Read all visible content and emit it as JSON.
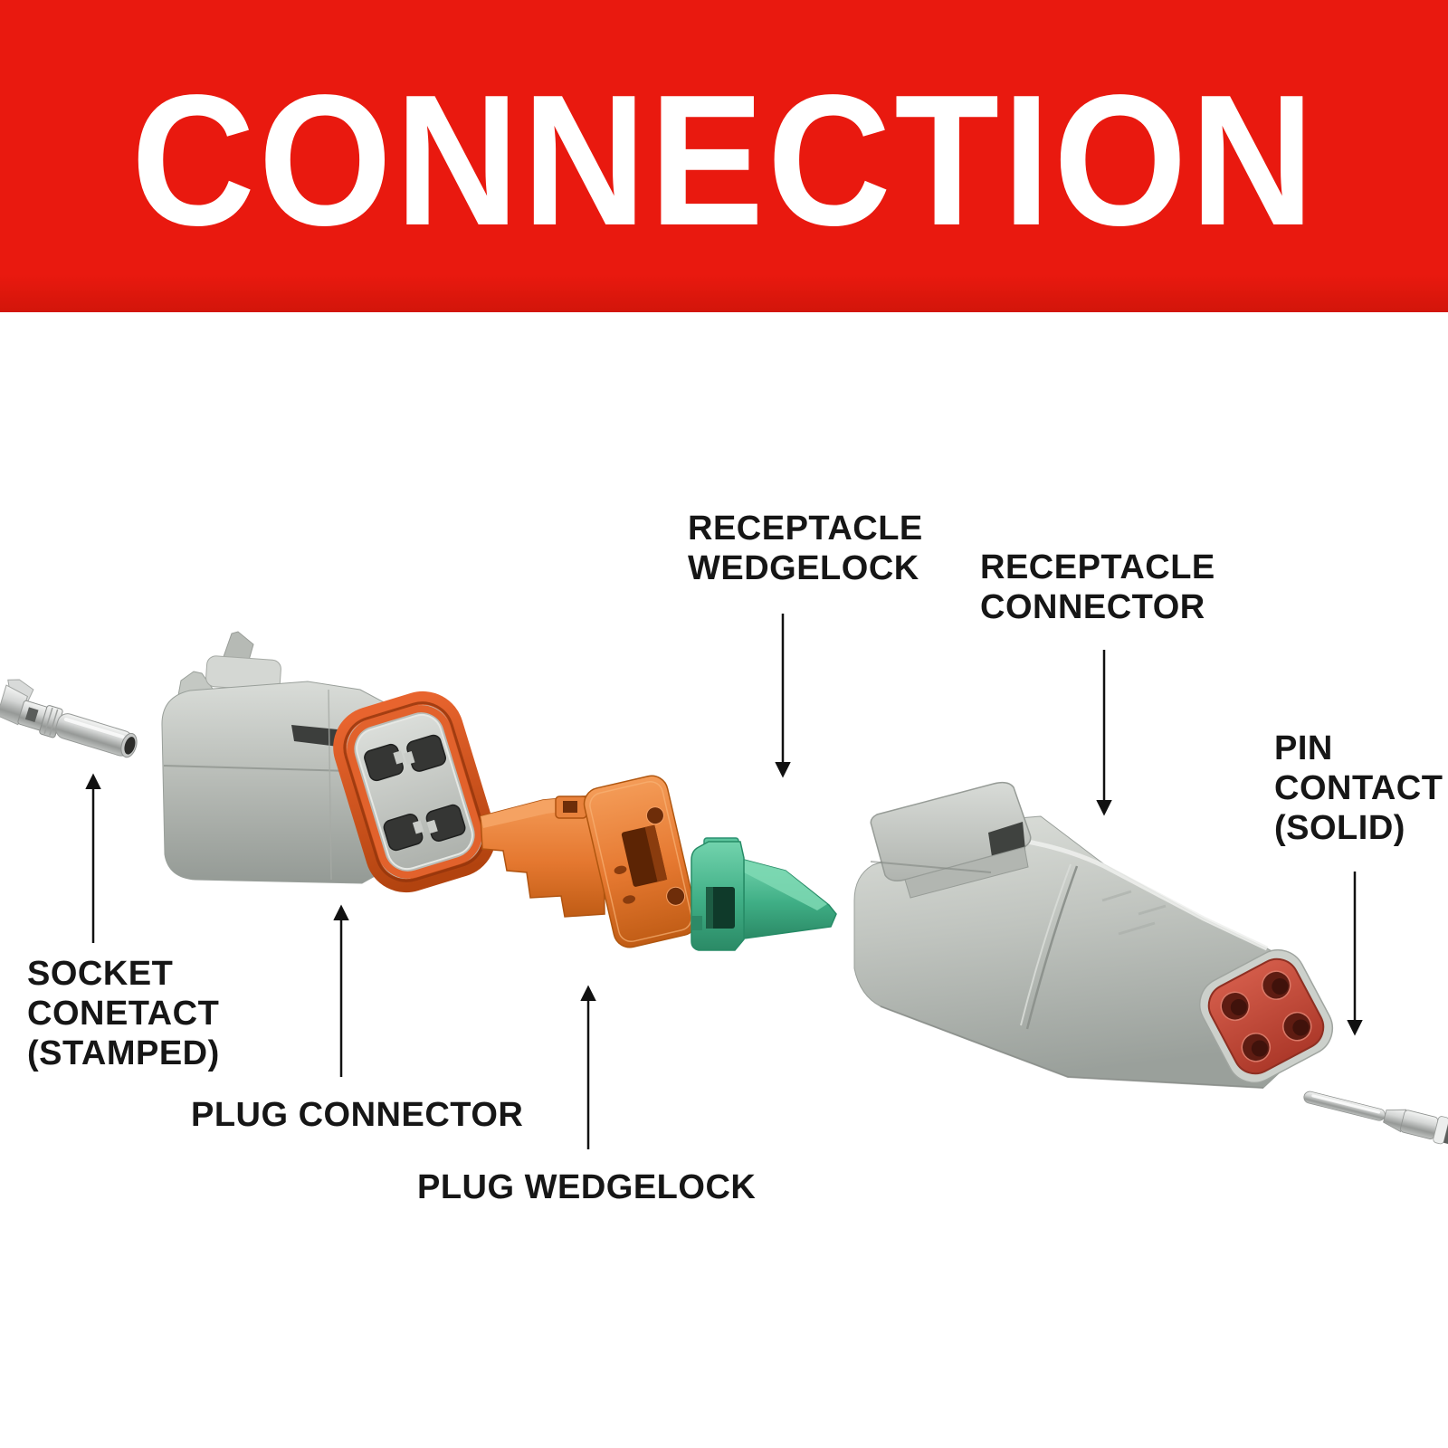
{
  "banner": {
    "title": "CONNECTION"
  },
  "labels": {
    "receptacle_wedgelock": "RECEPTACLE\nWEDGELOCK",
    "receptacle_connector": "RECEPTACLE\nCONNECTOR",
    "pin_contact": "PIN\nCONTACT\n(SOLID)",
    "socket_contact": "SOCKET\nCONETACT\n(STAMPED)",
    "plug_connector": "PLUG CONNECTOR",
    "plug_wedgelock": "PLUG WEDGELOCK"
  },
  "components": {
    "socket_contact": "socket contact (stamped)",
    "plug_connector": "plug connector",
    "plug_wedgelock": "plug wedgelock (orange)",
    "receptacle_wedgelock": "receptacle wedgelock (green)",
    "receptacle_connector": "receptacle connector",
    "pin_contact": "pin contact (solid)"
  },
  "colors": {
    "banner_red": "#e9190f",
    "banner_red_dark": "#d2150a",
    "title_white": "#ffffff",
    "label_black": "#161616",
    "background": "#ffffff",
    "connector_gray": "#b7bbb6",
    "connector_gray_light": "#d6d9d5",
    "seal_orange": "#d7571f",
    "wedgelock_orange": "#e87f39",
    "wedgelock_green": "#41b289",
    "face_red": "#c04a39",
    "metal_silver": "#cfd2d1",
    "arrow_black": "#111111"
  }
}
